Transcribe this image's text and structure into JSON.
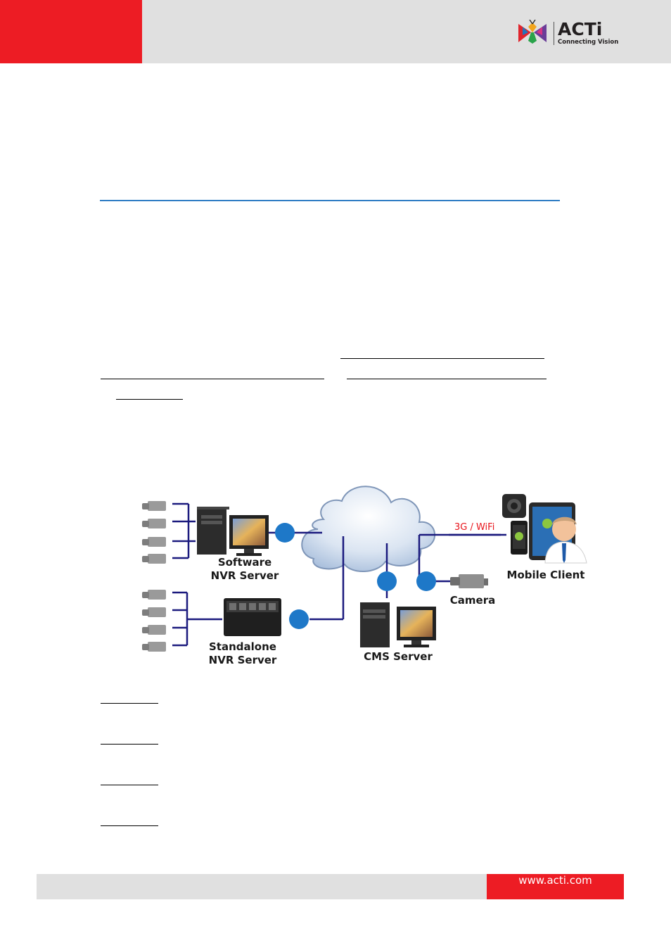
{
  "header": {
    "logo": {
      "wordmark": "ACTi",
      "tagline": "Connecting Vision"
    }
  },
  "colors": {
    "brand_red": "#ed1c24",
    "header_gray": "#e0e0e0",
    "rule_blue": "#2f7dc4",
    "network_line": "#1b1a7e",
    "node_blue": "#1e78c8",
    "wifi_red": "#e8141b"
  },
  "diagram": {
    "software_nvr": "Software\nNVR Server",
    "standalone_nvr": "Standalone\nNVR Server",
    "cms_server": "CMS Server",
    "camera": "Camera",
    "mobile_client": "Mobile Client",
    "link_label": "3G / WiFi"
  },
  "footer": {
    "url": "www.acti.com"
  }
}
